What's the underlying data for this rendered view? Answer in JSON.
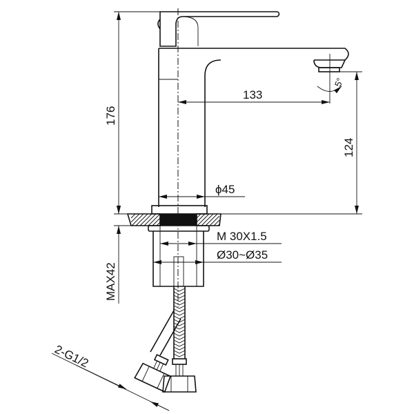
{
  "drawing": {
    "dimensions": {
      "total_height": "176",
      "spout_reach": "133",
      "spout_height": "124",
      "base_diameter": "ϕ45",
      "thread": "M 30X1.5",
      "hole_diameter": "Ø30~Ø35",
      "max_deck_thickness": "MAX42",
      "connection": "2-G1/2",
      "swivel_angle": "5°"
    },
    "colors": {
      "line": "#111111",
      "background": "#ffffff"
    }
  }
}
